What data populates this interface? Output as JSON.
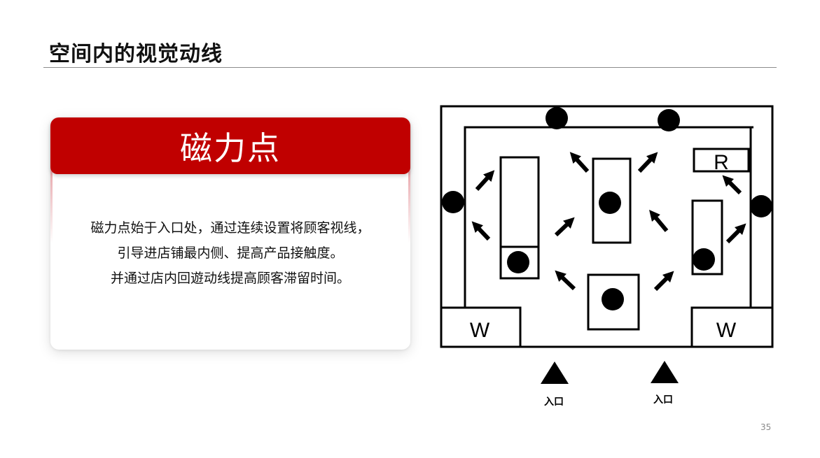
{
  "slide": {
    "title": "空间内的视觉动线",
    "page_number": "35"
  },
  "card": {
    "heading": "磁力点",
    "lines": [
      "磁力点始于入口处，通过连续设置将顾客视线，",
      "引导进店铺最内侧、提高产品接触度。",
      "并通过店内回遊动线提高顾客滞留时间。"
    ]
  },
  "diagram": {
    "labels": {
      "rack_r": "R",
      "window_left": "W",
      "window_right": "W",
      "entrance_left": "入口",
      "entrance_right": "入口"
    },
    "colors": {
      "ink": "#000000",
      "accent": "#c00000"
    }
  }
}
